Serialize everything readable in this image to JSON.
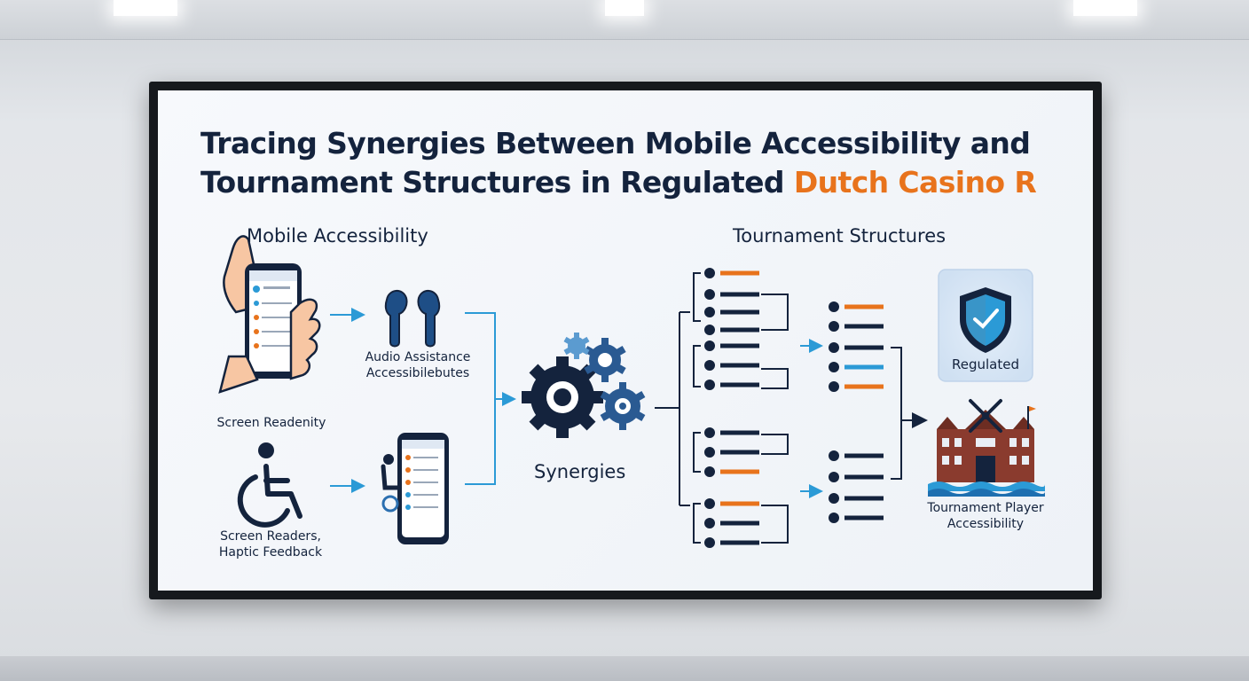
{
  "title": {
    "line1": "Tracing Synergies Between Mobile Accessibility and",
    "line2_main": "Tournament Structures in Regulated ",
    "line2_accent": "Dutch Casino R"
  },
  "left_column": {
    "heading": "Mobile Accessibility",
    "top_caption": "Screen Readenity",
    "bottom_caption_line1": "Screen Readers,",
    "bottom_caption_line2": "Haptic Feedback",
    "audio_caption_line1": "Audio Assistance",
    "audio_caption_line2": "Accessibilebutes"
  },
  "center": {
    "label": "Synergies"
  },
  "right_column": {
    "heading": "Tournament Structures",
    "badge_label": "Regulated",
    "building_caption_line1": "Tournament Player",
    "building_caption_line2": "Accessibility"
  },
  "colors": {
    "navy": "#14233d",
    "orange": "#e8731c",
    "blue": "#2b9ad6",
    "gear_light": "#5b9bd0",
    "screen_bg": "#f4f7fb"
  },
  "icons": [
    "hand-phone-icon",
    "earbuds-icon",
    "wheelchair-icon",
    "phone-icon",
    "gears-icon",
    "shield-icon",
    "dutch-building-icon"
  ]
}
